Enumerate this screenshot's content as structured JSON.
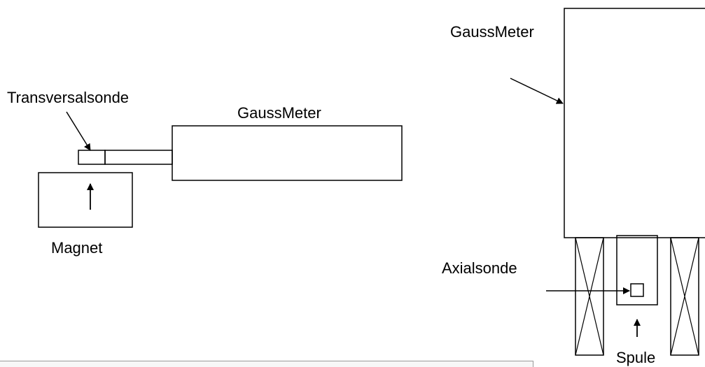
{
  "labels": {
    "transversal_probe": "Transversalsonde",
    "gaussmeter_left": "GaussMeter",
    "magnet": "Magnet",
    "gaussmeter_right": "GaussMeter",
    "axial_probe": "Axialsonde",
    "coil": "Spule"
  },
  "colors": {
    "stroke": "#000000",
    "background": "#ffffff",
    "panel": "#f7f7f7"
  }
}
